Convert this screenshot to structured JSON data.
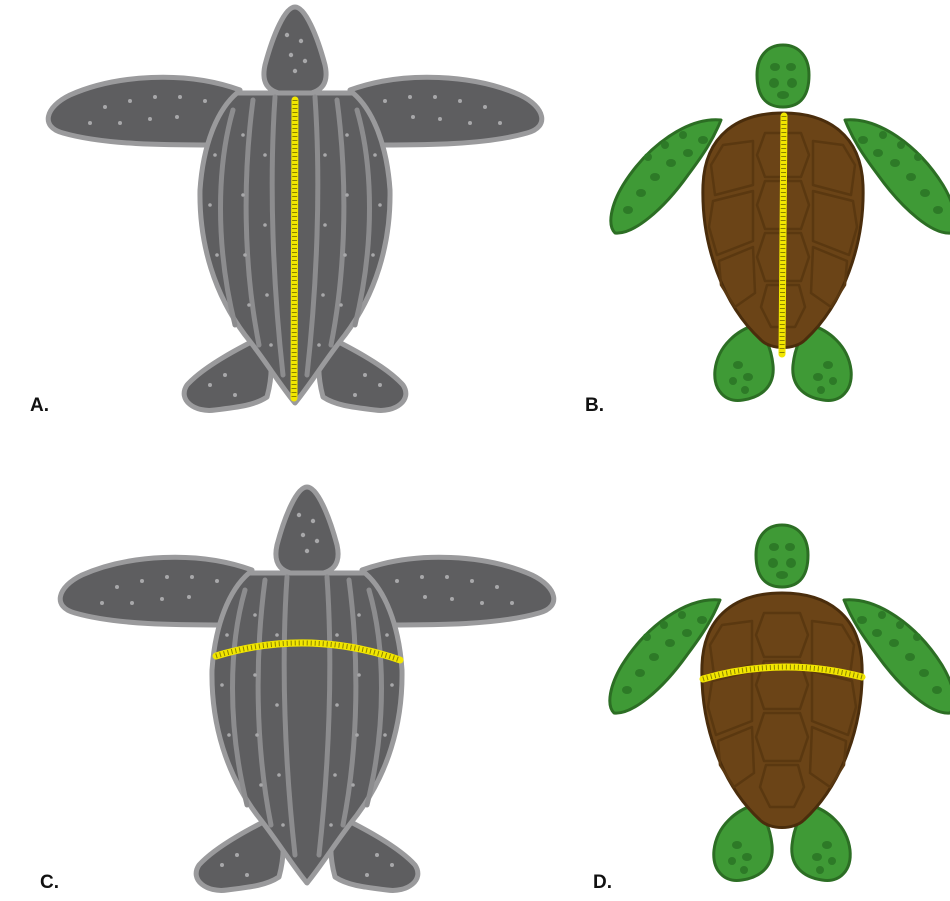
{
  "colors": {
    "background": "#ffffff",
    "leatherback_body": "#5e5e60",
    "leatherback_outline": "#9a9a9c",
    "leatherback_ridge": "#8c8c8e",
    "leatherback_spot": "#a8a8aa",
    "green_limb": "#3f9a36",
    "green_limb_outline": "#2c6e24",
    "green_scale": "#2d7a27",
    "green_shell": "#6b4417",
    "green_shell_outline": "#4a2d0c",
    "green_scute": "#5a3810",
    "measure_line": "#f2e600",
    "measure_tick": "#8a8200"
  },
  "panels": [
    {
      "label": "A.",
      "species_icon": "leatherback-turtle-icon",
      "measurement": "straight-carapace-length"
    },
    {
      "label": "B.",
      "species_icon": "green-turtle-icon",
      "measurement": "straight-carapace-length"
    },
    {
      "label": "C.",
      "species_icon": "leatherback-turtle-icon",
      "measurement": "curved-carapace-width"
    },
    {
      "label": "D.",
      "species_icon": "green-turtle-icon",
      "measurement": "curved-carapace-width"
    }
  ]
}
